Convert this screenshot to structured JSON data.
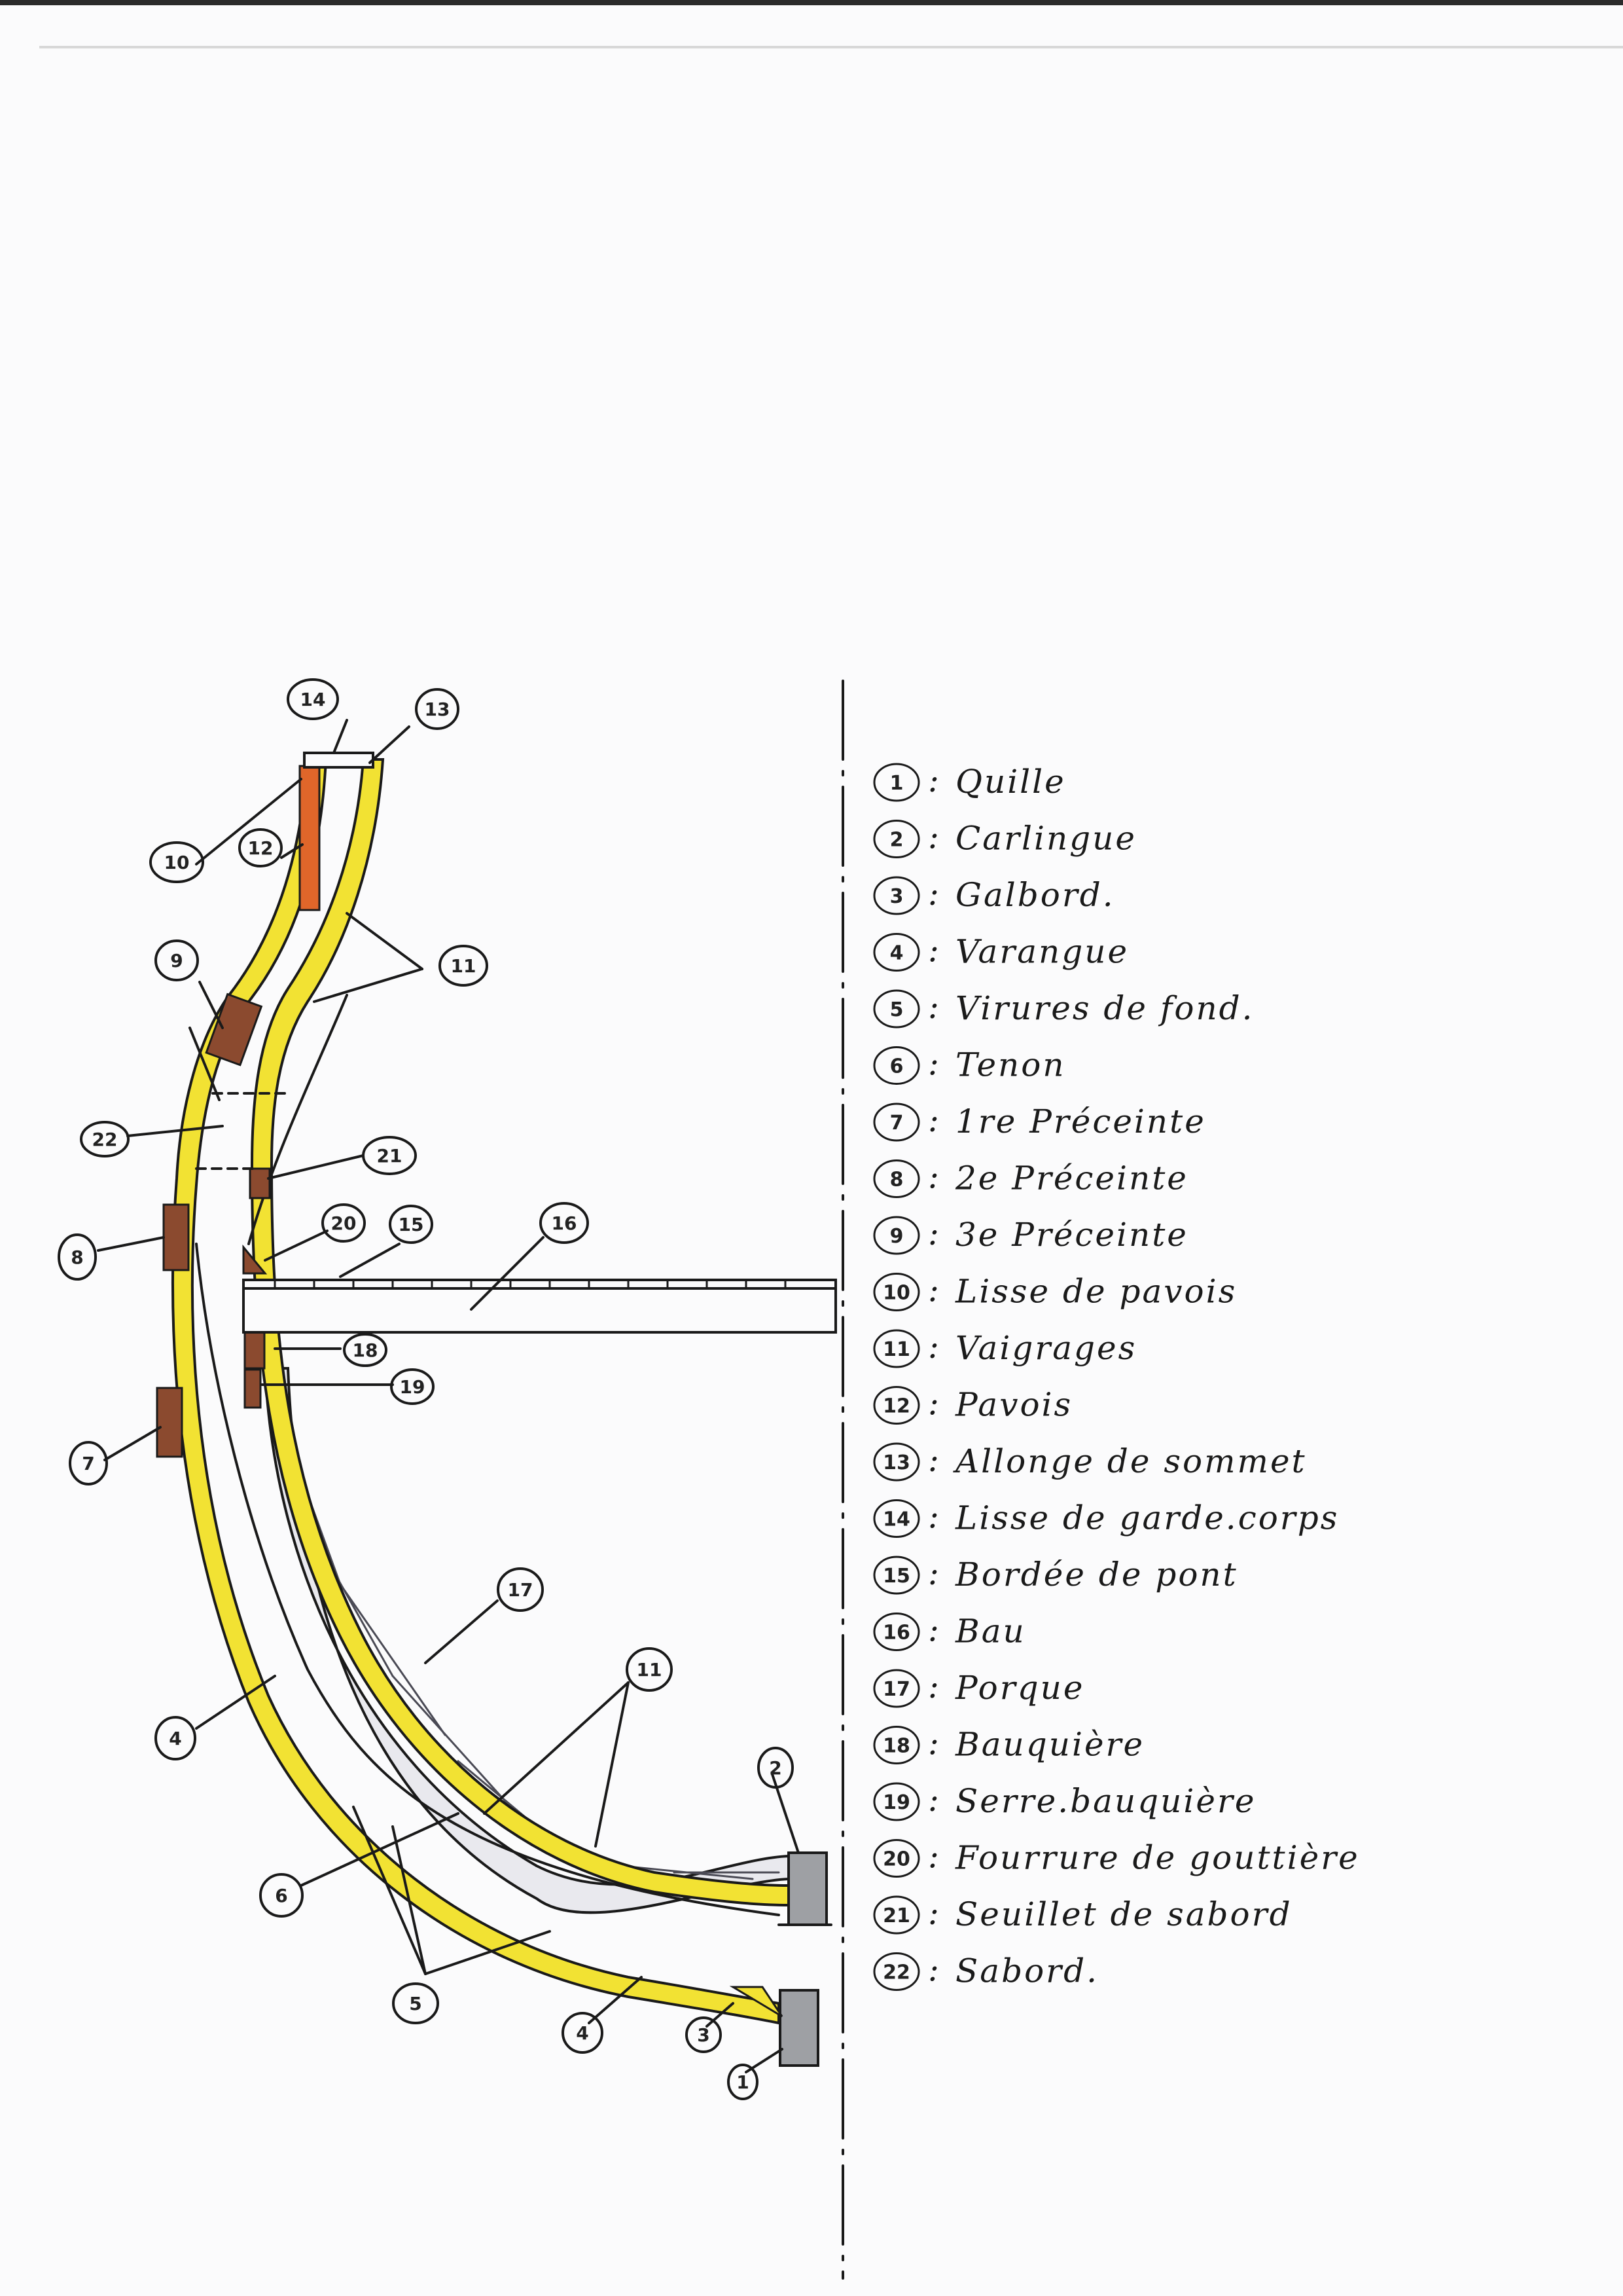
{
  "colors": {
    "planking": "#f2e233",
    "frame_timber": "#8b4a2f",
    "bulwark": "#e0662a",
    "keel": "#9ea0a4",
    "ink": "#1a1a1a",
    "paper": "#fbfbfc"
  },
  "legend": [
    {
      "num": "1",
      "text": "Quille"
    },
    {
      "num": "2",
      "text": "Carlingue"
    },
    {
      "num": "3",
      "text": "Galbord."
    },
    {
      "num": "4",
      "text": "Varangue"
    },
    {
      "num": "5",
      "text": "Virures de fond."
    },
    {
      "num": "6",
      "text": "Tenon"
    },
    {
      "num": "7",
      "text": "1re Préceinte"
    },
    {
      "num": "8",
      "text": "2e Préceinte"
    },
    {
      "num": "9",
      "text": "3e Préceinte"
    },
    {
      "num": "10",
      "text": "Lisse de pavois"
    },
    {
      "num": "11",
      "text": "Vaigrages"
    },
    {
      "num": "12",
      "text": "Pavois"
    },
    {
      "num": "13",
      "text": "Allonge de sommet"
    },
    {
      "num": "14",
      "text": "Lisse de garde.corps"
    },
    {
      "num": "15",
      "text": "Bordée de pont"
    },
    {
      "num": "16",
      "text": "Bau"
    },
    {
      "num": "17",
      "text": "Porque"
    },
    {
      "num": "18",
      "text": "Bauquière"
    },
    {
      "num": "19",
      "text": "Serre.bauquière"
    },
    {
      "num": "20",
      "text": "Fourrure de gouttière"
    },
    {
      "num": "21",
      "text": "Seuillet de sabord"
    },
    {
      "num": "22",
      "text": "Sabord."
    }
  ],
  "callouts": {
    "c1": "1",
    "c2": "2",
    "c3": "3",
    "c4a": "4",
    "c4b": "4",
    "c5": "5",
    "c6": "6",
    "c7": "7",
    "c8": "8",
    "c9": "9",
    "c10": "10",
    "c11a": "11",
    "c11b": "11",
    "c12": "12",
    "c13": "13",
    "c14": "14",
    "c15": "15",
    "c16": "16",
    "c17": "17",
    "c18": "18",
    "c19": "19",
    "c20": "20",
    "c21": "21",
    "c22": "22"
  }
}
